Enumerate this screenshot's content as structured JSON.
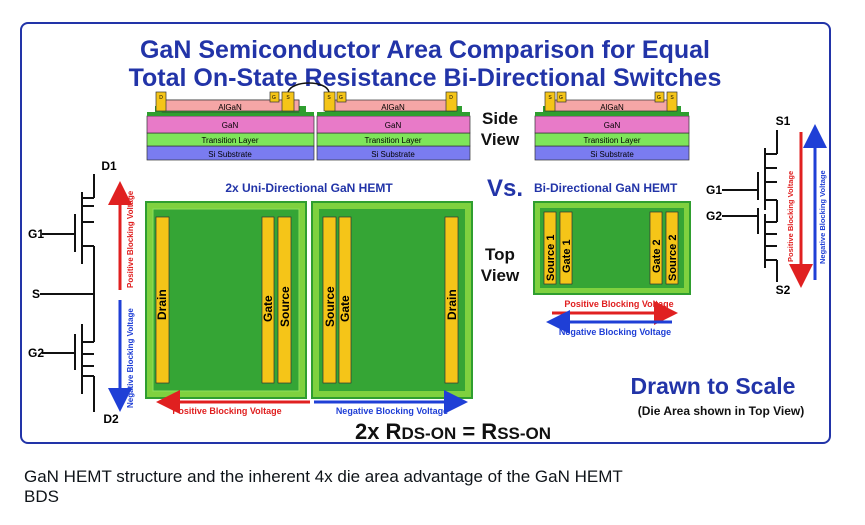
{
  "figure": {
    "title_line1": "GaN Semiconductor Area Comparison for Equal",
    "title_line2": "Total On-State Resistance Bi-Directional Switches",
    "side_view": "Side\nView",
    "top_view": "Top\nView",
    "vs": "Vs.",
    "uni_label": "2x Uni-Directional GaN HEMT",
    "bi_label": "Bi-Directional GaN HEMT",
    "layers": {
      "algan": "AlGaN",
      "gan": "GaN",
      "transition": "Transition Layer",
      "substrate": "Si Substrate"
    },
    "contacts": {
      "d": "D",
      "g": "G",
      "s": "S"
    },
    "die_labels": {
      "drain": "Drain",
      "gate": "Gate",
      "source": "Source",
      "gate1": "Gate 1",
      "source1": "Source 1",
      "gate2": "Gate 2",
      "source2": "Source 2"
    },
    "left_circuit": {
      "d1": "D1",
      "g1": "G1",
      "s": "S",
      "g2": "G2",
      "d2": "D2"
    },
    "right_circuit": {
      "s1": "S1",
      "g1": "G1",
      "g2": "G2",
      "s2": "S2"
    },
    "arrows": {
      "positive": "Positive Blocking Voltage",
      "negative": "Negative Blocking Voltage"
    },
    "equation": {
      "prefix": "2x R",
      "sub1": "DS-ON",
      "eq": " = R",
      "sub2": "SS-ON"
    },
    "drawn_to_scale": "Drawn to Scale",
    "die_area_note": "(Die Area shown in Top View)"
  },
  "caption": "GaN HEMT structure and the inherent 4x die area advantage of the GaN HEMT BDS",
  "colors": {
    "frame": "#2234a8",
    "algan": "#f5a6a6",
    "gan": "#e87ac8",
    "transition": "#7ee55a",
    "substrate": "#7a7cf0",
    "die": "#7fd13f",
    "die_inner": "#2f9e2f",
    "finger": "#f5c518",
    "red": "#e02020",
    "blue": "#1f3fd6"
  }
}
